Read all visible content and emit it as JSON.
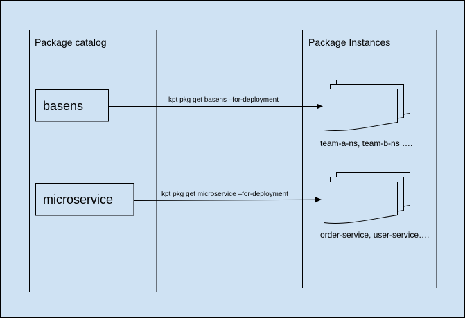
{
  "colors": {
    "background": "#cfe2f3",
    "stroke": "#000000",
    "text": "#000000"
  },
  "catalog": {
    "title": "Package catalog",
    "packages": [
      {
        "name": "basens"
      },
      {
        "name": "microservice"
      }
    ]
  },
  "instances": {
    "title": "Package Instances",
    "stacks": [
      {
        "caption": "team-a-ns, team-b-ns …."
      },
      {
        "caption": "order-service, user-service…."
      }
    ]
  },
  "commands": [
    {
      "label": "kpt pkg get basens –for-deployment"
    },
    {
      "label": "kpt pkg get microservice –for-deployment"
    }
  ]
}
